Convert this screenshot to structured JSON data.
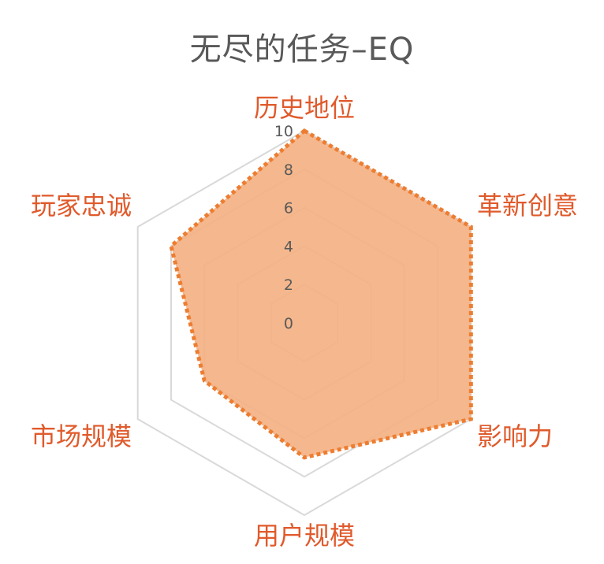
{
  "chart_data": {
    "type": "radar",
    "title": "无尽的任务–EQ",
    "categories": [
      "历史地位",
      "革新创意",
      "影响力",
      "用户规模",
      "市场规模",
      "玩家忠诚"
    ],
    "series": [
      {
        "values": [
          10,
          10,
          10,
          7,
          6,
          8
        ],
        "color": "#ed7d31",
        "fill": "#f4b183"
      }
    ],
    "rlim": [
      0,
      10
    ],
    "ticks": [
      "0",
      "2",
      "4",
      "6",
      "8",
      "10"
    ],
    "grid": true,
    "legend": false
  },
  "colors": {
    "label": "#e05a2b",
    "grid": "#d9d9d9",
    "tick": "#595959"
  }
}
